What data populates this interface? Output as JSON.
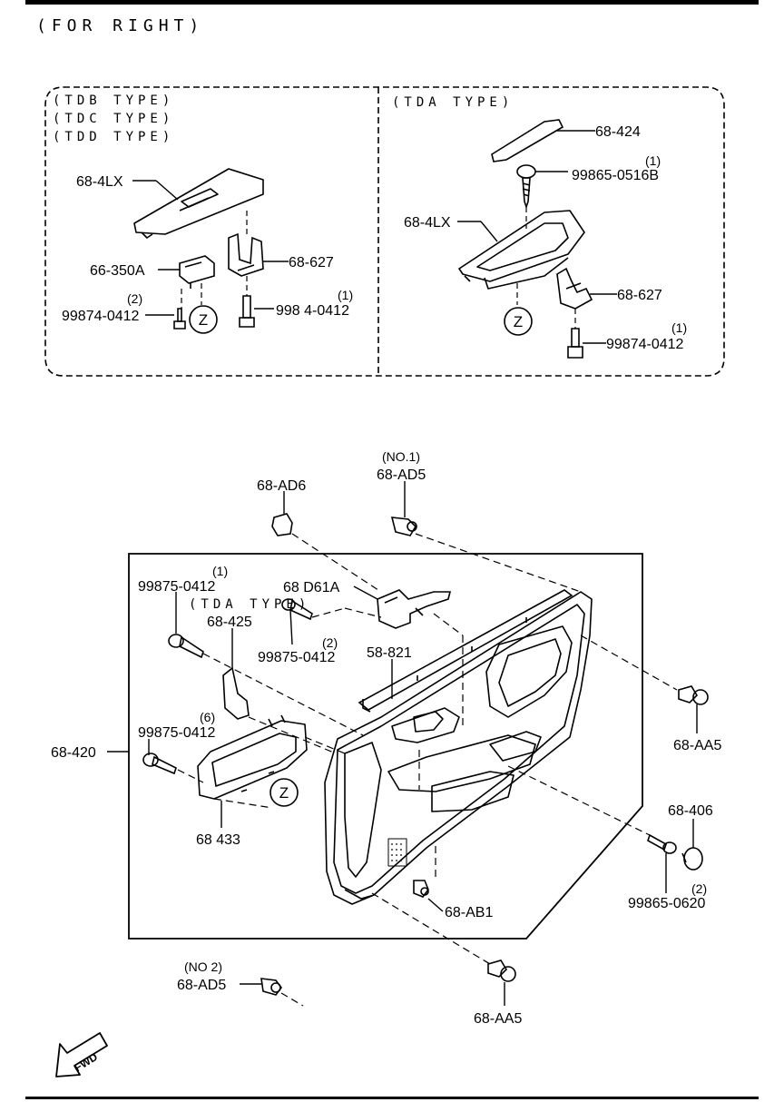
{
  "header": {
    "title": "(FOR RIGHT)"
  },
  "box_left": {
    "types": [
      "(TDB TYPE)",
      "(TDC TYPE)",
      "(TDD TYPE)"
    ]
  },
  "box_right": {
    "type": "(TDA TYPE)"
  },
  "upper_labels": {
    "p_68_4lx_l": "68-4LX",
    "p_66_350a": "66-350A",
    "p_68_627_l": "68-627",
    "q_99874_l": "(2)",
    "p_99874_l": "99874-0412",
    "q_99874_m": "(1)",
    "p_99874_m": "998 4-0412",
    "p_68_424": "68-424",
    "q_99865_0516": "(1)",
    "p_99865_0516": "99865-0516B",
    "p_68_4lx_r": "68-4LX",
    "p_68_627_r": "68-627",
    "q_99874_r": "(1)",
    "p_99874_r": "99874-0412",
    "z": "Z"
  },
  "lower_labels": {
    "p_68_ad6": "68-AD6",
    "q_no1": "(NO.1)",
    "p_68_ad5_top": "68-AD5",
    "q_99875_top": "(1)",
    "p_99875_top": "99875-0412",
    "tda_type": "(TDA TYPE)",
    "p_68_425": "68-425",
    "p_68_d61a": "68 D61A",
    "p_99875_mid": "99875-0412",
    "q_99875_mid": "(2)",
    "p_58_821": "58-821",
    "q_99875_low": "(6)",
    "p_99875_low": "99875-0412",
    "p_68_420": "68-420",
    "p_68_433": "68 433",
    "z": "Z",
    "p_68_aa5_right": "68-AA5",
    "p_68_406": "68-406",
    "q_99865_0620": "(2)",
    "p_99865_0620": "99865-0620",
    "p_68_ab1": "68-AB1",
    "q_no2": "(NO 2)",
    "p_68_ad5_bottom": "68-AD5",
    "p_68_aa5_bottom": "68-AA5",
    "fwd": "FWD"
  }
}
